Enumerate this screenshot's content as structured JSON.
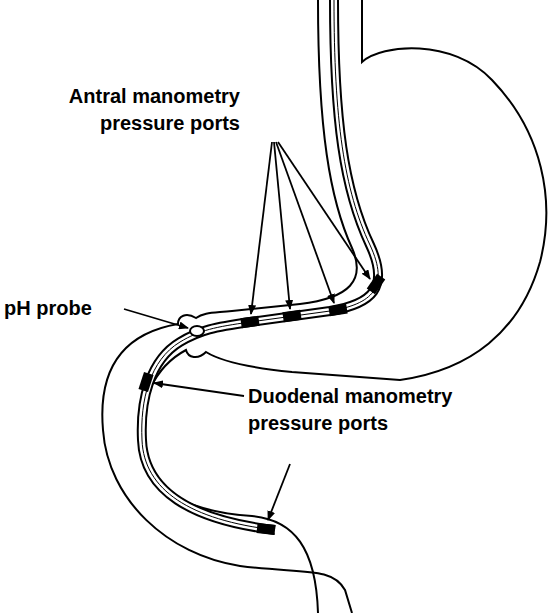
{
  "diagram": {
    "labels": [
      "Antral manometry pressure ports",
      "pH probe",
      "Duodenal manometry pressure ports"
    ]
  }
}
